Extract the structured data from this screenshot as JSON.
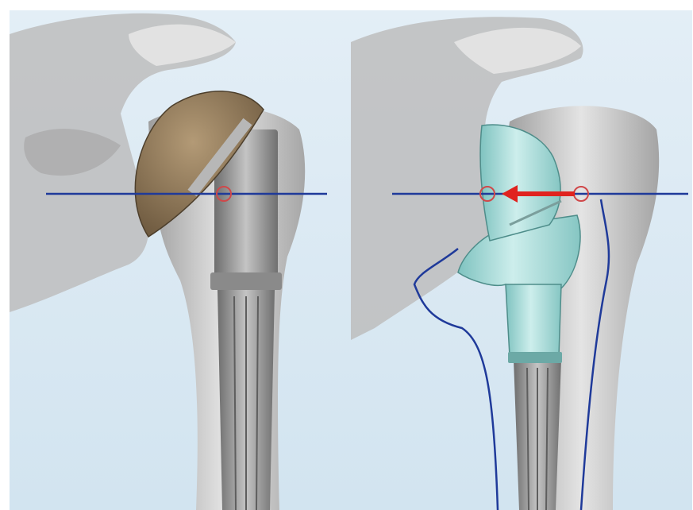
{
  "figure": {
    "panels": [
      {
        "id": "left",
        "implant": "anatomical-hemispherical-humeral-head",
        "head_color": "#8B7556"
      },
      {
        "id": "right",
        "implant": "reverse-shoulder-humeral-component",
        "head_color": "#A9D9D6"
      }
    ],
    "colors": {
      "background": "#D7E8F2",
      "reference_line": "#1F3A9A",
      "center_marker": "#D0484A",
      "shift_arrow": "#E0231F",
      "stem_metal": "#8A8A8A",
      "bone": "#CFCFCF"
    },
    "icons": [
      "center-of-rotation-marker",
      "medialization-arrow"
    ]
  }
}
